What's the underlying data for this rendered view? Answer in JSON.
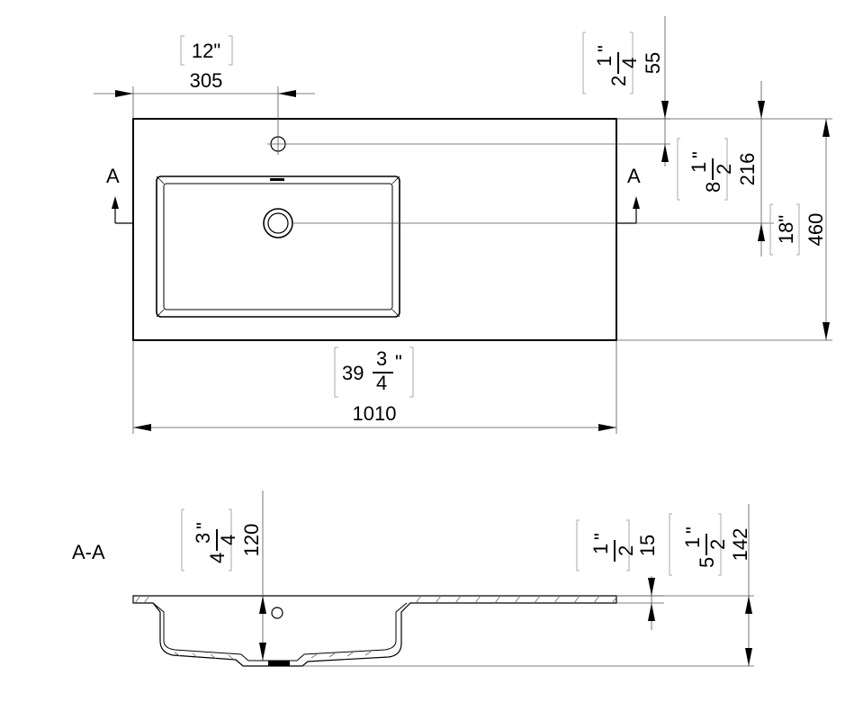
{
  "top_view": {
    "section_mark_left": "A",
    "section_mark_right": "A",
    "tap_offset": {
      "inch": "12\"",
      "mm": "305"
    },
    "back_edge_to_tap": {
      "inch_whole": "2",
      "inch_num": "1",
      "inch_den": "4",
      "inch_mark": "\"",
      "mm": "55"
    },
    "back_edge_to_drain": {
      "inch_whole": "8",
      "inch_num": "1",
      "inch_den": "2",
      "inch_mark": "\"",
      "mm": "216"
    },
    "depth": {
      "inch": "18\"",
      "mm": "460"
    },
    "width": {
      "inch_whole": "39",
      "inch_num": "3",
      "inch_den": "4",
      "inch_mark": "\"",
      "mm": "1010"
    }
  },
  "section_view": {
    "title": "A-A",
    "bowl_depth": {
      "inch_whole": "4",
      "inch_num": "3",
      "inch_den": "4",
      "inch_mark": "\"",
      "mm": "120"
    },
    "top_thickness": {
      "inch_num": "1",
      "inch_den": "2",
      "inch_mark": "\"",
      "mm": "15"
    },
    "overall_height": {
      "inch_whole": "5",
      "inch_num": "1",
      "inch_den": "2",
      "inch_mark": "\"",
      "mm": "142"
    }
  }
}
